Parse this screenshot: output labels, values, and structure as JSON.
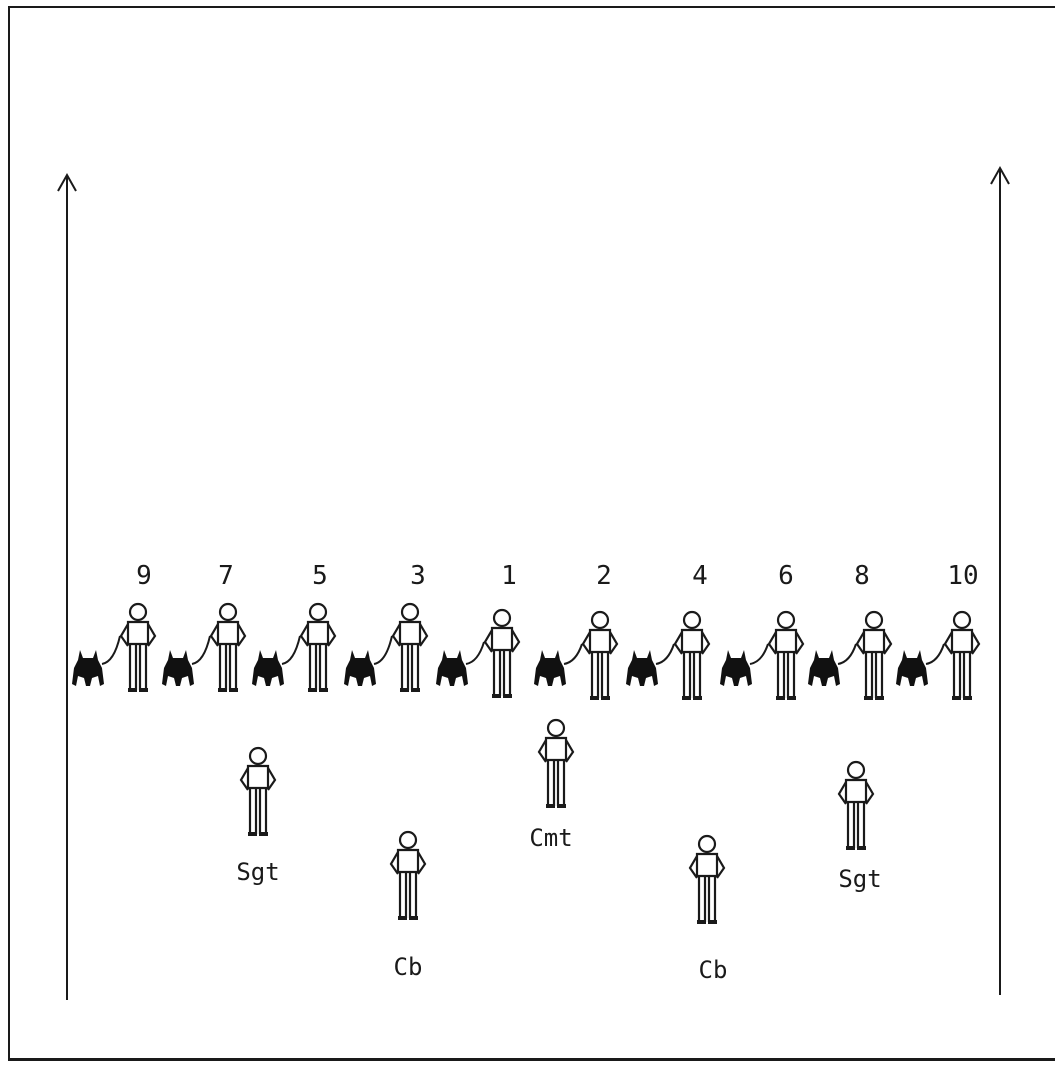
{
  "handlers": [
    {
      "number": "9"
    },
    {
      "number": "7"
    },
    {
      "number": "5"
    },
    {
      "number": "3"
    },
    {
      "number": "1"
    },
    {
      "number": "2"
    },
    {
      "number": "4"
    },
    {
      "number": "6"
    },
    {
      "number": "8"
    },
    {
      "number": "10"
    }
  ],
  "officers": [
    {
      "label": "Sgt"
    },
    {
      "label": "Cb"
    },
    {
      "label": "Cmt"
    },
    {
      "label": "Cb"
    },
    {
      "label": "Sgt"
    }
  ],
  "colors": {
    "ink": "#1a1a1a",
    "paper": "#ffffff"
  }
}
